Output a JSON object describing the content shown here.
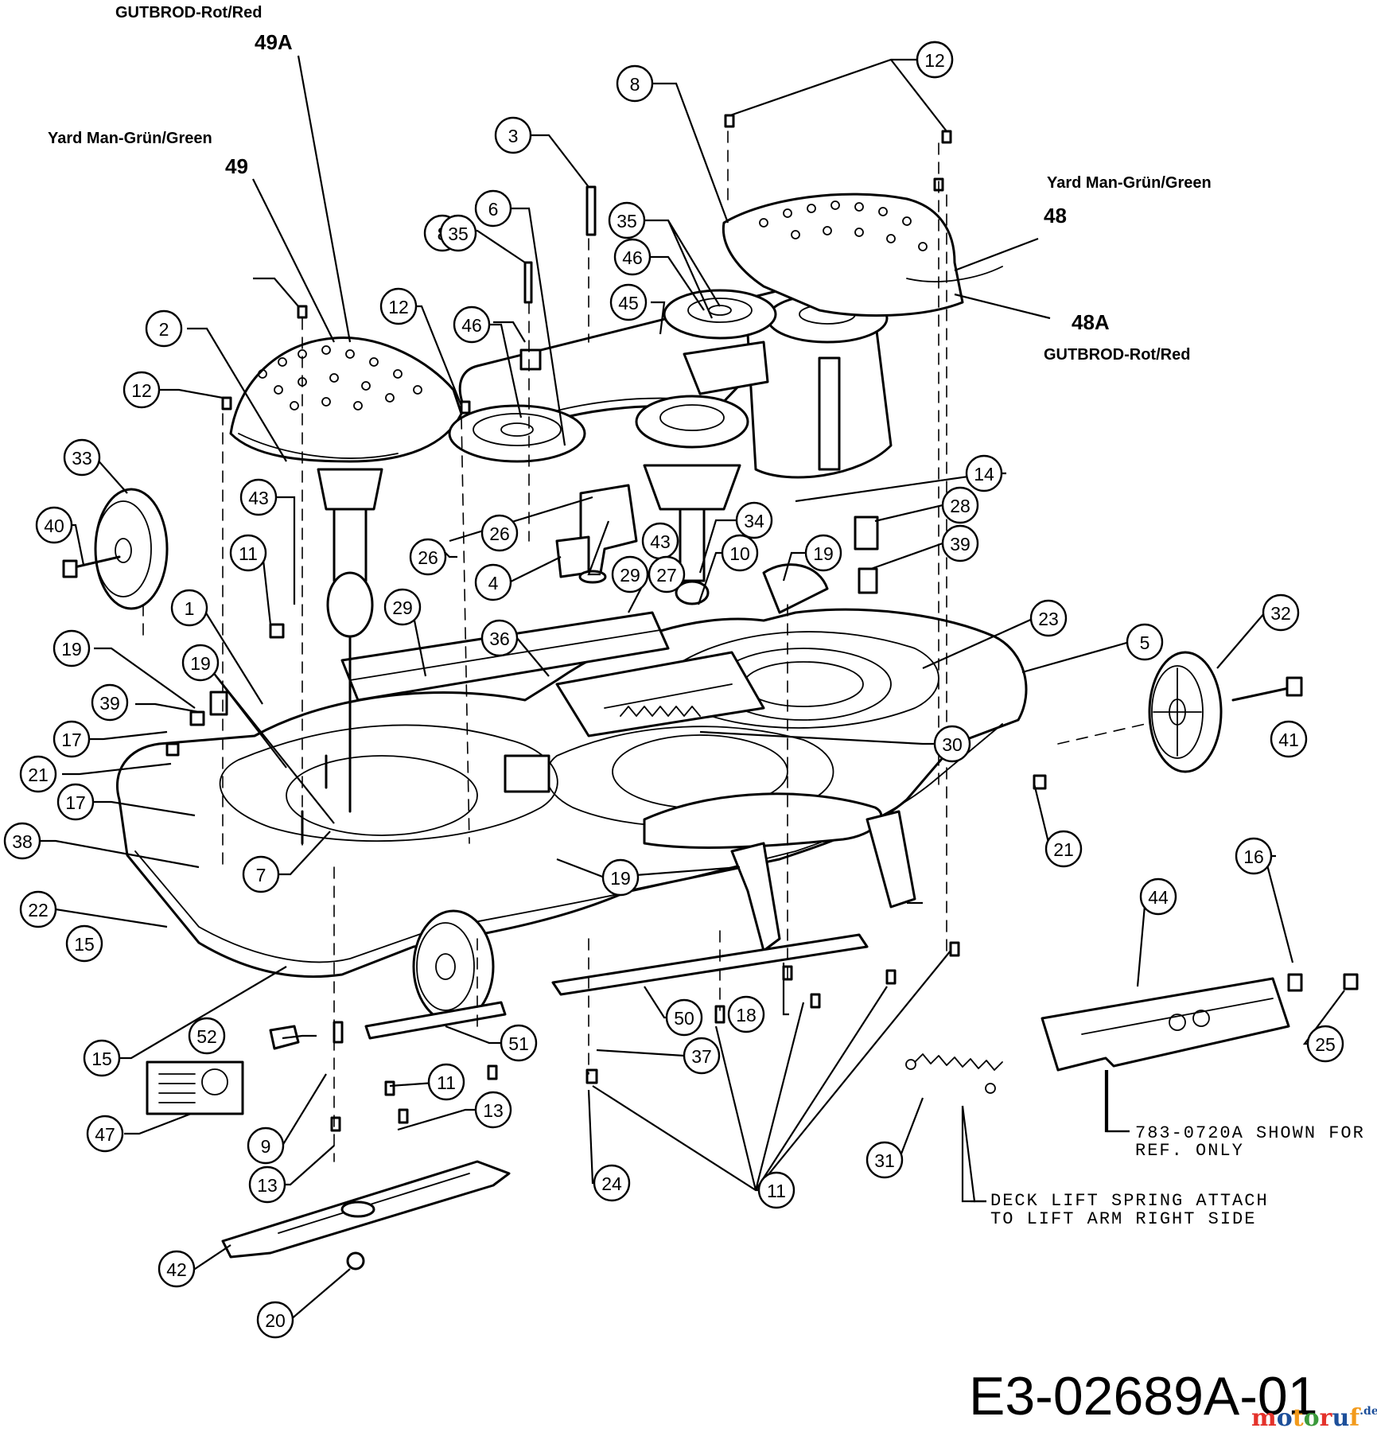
{
  "labels": {
    "gutbrod_a": "GUTBROD-Rot/Red",
    "part_49a": "49A",
    "yardman_a": "Yard Man-Grün/Green",
    "part_49": "49",
    "yardman_b": "Yard Man-Grün/Green",
    "part_48": "48",
    "part_48a": "48A",
    "gutbrod_b": "GUTBROD-Rot/Red"
  },
  "notes": {
    "ref_note_line1": "783-0720A SHOWN FOR",
    "ref_note_line2": "REF. ONLY",
    "spring_note_line1": "DECK LIFT SPRING ATTACH",
    "spring_note_line2": "TO LIFT ARM RIGHT SIDE"
  },
  "drawing_number": "E3-02689A-01",
  "watermark": {
    "main": "motoruf",
    "suffix": ".de"
  },
  "callouts": [
    {
      "n": "12"
    },
    {
      "n": "8"
    },
    {
      "n": "3"
    },
    {
      "n": "6"
    },
    {
      "n": "35"
    },
    {
      "n": "8"
    },
    {
      "n": "46"
    },
    {
      "n": "35"
    },
    {
      "n": "12"
    },
    {
      "n": "45"
    },
    {
      "n": "46"
    },
    {
      "n": "12"
    },
    {
      "n": "2"
    },
    {
      "n": "12"
    },
    {
      "n": "33"
    },
    {
      "n": "43"
    },
    {
      "n": "40"
    },
    {
      "n": "11"
    },
    {
      "n": "26"
    },
    {
      "n": "26"
    },
    {
      "n": "43"
    },
    {
      "n": "14"
    },
    {
      "n": "28"
    },
    {
      "n": "34"
    },
    {
      "n": "4"
    },
    {
      "n": "29"
    },
    {
      "n": "10"
    },
    {
      "n": "19"
    },
    {
      "n": "39"
    },
    {
      "n": "1"
    },
    {
      "n": "29"
    },
    {
      "n": "27"
    },
    {
      "n": "36"
    },
    {
      "n": "32"
    },
    {
      "n": "23"
    },
    {
      "n": "5"
    },
    {
      "n": "19"
    },
    {
      "n": "19"
    },
    {
      "n": "39"
    },
    {
      "n": "17"
    },
    {
      "n": "41"
    },
    {
      "n": "21"
    },
    {
      "n": "30"
    },
    {
      "n": "17"
    },
    {
      "n": "38"
    },
    {
      "n": "7"
    },
    {
      "n": "19"
    },
    {
      "n": "21"
    },
    {
      "n": "22"
    },
    {
      "n": "16"
    },
    {
      "n": "44"
    },
    {
      "n": "15"
    },
    {
      "n": "15"
    },
    {
      "n": "52"
    },
    {
      "n": "50"
    },
    {
      "n": "18"
    },
    {
      "n": "51"
    },
    {
      "n": "37"
    },
    {
      "n": "25"
    },
    {
      "n": "47"
    },
    {
      "n": "11"
    },
    {
      "n": "13"
    },
    {
      "n": "9"
    },
    {
      "n": "31"
    },
    {
      "n": "13"
    },
    {
      "n": "24"
    },
    {
      "n": "11"
    },
    {
      "n": "42"
    },
    {
      "n": "20"
    }
  ],
  "colors": {
    "line": "#000000",
    "background": "#ffffff",
    "wm_red": "#e4322b",
    "wm_blue": "#1d4f9a",
    "wm_orange": "#f29a1b",
    "wm_green": "#3a9a3a"
  }
}
